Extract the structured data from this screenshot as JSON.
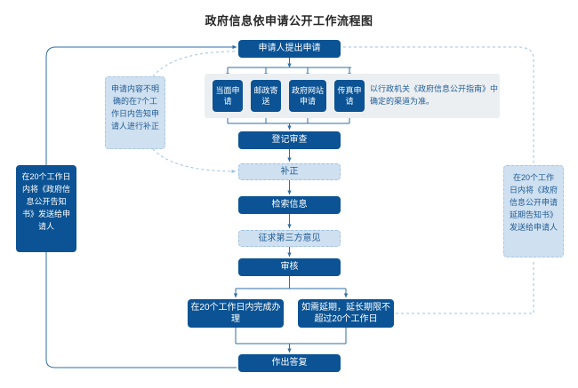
{
  "title": "政府信息依申请公开工作流程图",
  "colors": {
    "primary": "#0b5394",
    "light_fill": "#cfe0f0",
    "light_text": "#1f5c96",
    "panel_bg": "#eceff1",
    "connector": "#2e6ea6",
    "title_text": "#262626"
  },
  "flow": {
    "apply": "申请人提出申请",
    "methods": [
      {
        "label": "当面申请"
      },
      {
        "label": "邮政寄送"
      },
      {
        "label": "政府网站申请"
      },
      {
        "label": "传真申请"
      }
    ],
    "methods_note": "以行政机关《政府信息公开指南》中确定的渠道为准。",
    "register": "登记审查",
    "correct": "补正",
    "search": "检索信息",
    "third_party": "征求第三方意见",
    "review": "审核",
    "within_20": "在20个工作日内完成办理",
    "extend": "如需延期，延长期限不超过20个工作日",
    "reply": "作出答复"
  },
  "notes": {
    "clarify": "申请内容不明确的在7个工作日内告知申请人进行补正",
    "left_panel": "在20个工作日内将《政府信息公开告知书》发送给申请人",
    "right_panel": "在20个工作日内将《政府信息公开申请延期告知书》发送给申请人"
  }
}
